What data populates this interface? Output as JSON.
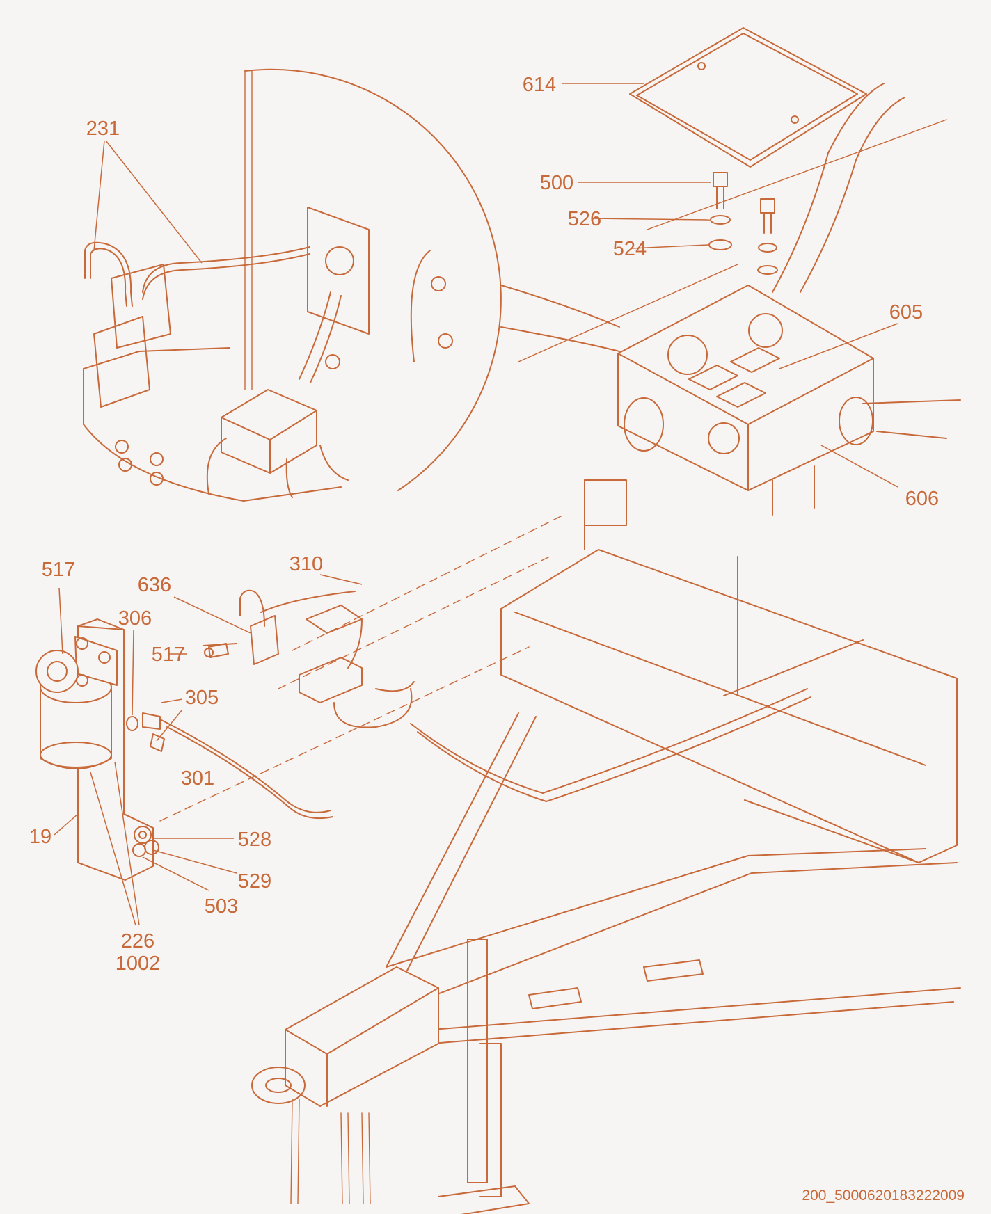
{
  "colors": {
    "line": "#c8693a",
    "background": "#f7f5f3"
  },
  "callouts": [
    {
      "id": "c231",
      "text": "231"
    },
    {
      "id": "c614",
      "text": "614"
    },
    {
      "id": "c500",
      "text": "500"
    },
    {
      "id": "c526",
      "text": "526"
    },
    {
      "id": "c524",
      "text": "524"
    },
    {
      "id": "c605",
      "text": "605"
    },
    {
      "id": "c606",
      "text": "606"
    },
    {
      "id": "c517a",
      "text": "517"
    },
    {
      "id": "c310",
      "text": "310"
    },
    {
      "id": "c636",
      "text": "636"
    },
    {
      "id": "c306",
      "text": "306"
    },
    {
      "id": "c517b",
      "text": "517"
    },
    {
      "id": "c305",
      "text": "305"
    },
    {
      "id": "c301",
      "text": "301"
    },
    {
      "id": "c19",
      "text": "19"
    },
    {
      "id": "c528",
      "text": "528"
    },
    {
      "id": "c529",
      "text": "529"
    },
    {
      "id": "c503",
      "text": "503"
    },
    {
      "id": "c226",
      "text": "226"
    },
    {
      "id": "c1002",
      "text": "1002"
    }
  ],
  "reference": "200_5000620183222009"
}
